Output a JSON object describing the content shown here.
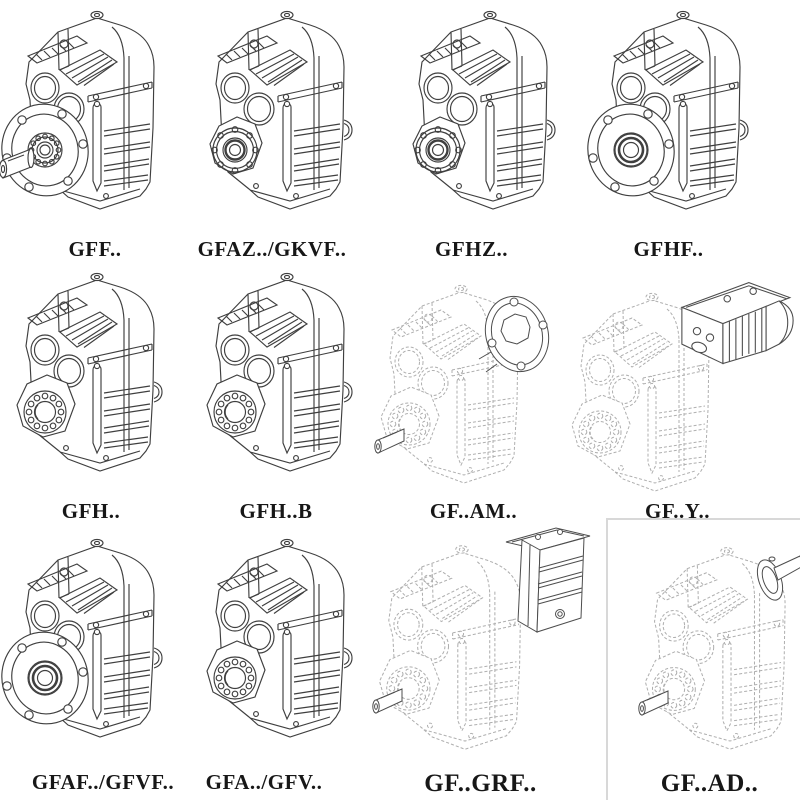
{
  "page": {
    "background": "#ffffff"
  },
  "figures": [
    {
      "label": "GFF..",
      "variant": "flange-with-solid-shaft",
      "line_style": "solid"
    },
    {
      "label": "GFAZ../GKVF..",
      "variant": "hollow-shaft-octagon-flange",
      "line_style": "solid"
    },
    {
      "label": "GFHZ..",
      "variant": "hollow-shaft-octagon-flange",
      "line_style": "solid"
    },
    {
      "label": "GFHF..",
      "variant": "flange-with-hollow-shaft",
      "line_style": "solid"
    },
    {
      "label": "GFH..",
      "variant": "hollow-shaft-bearing",
      "line_style": "solid"
    },
    {
      "label": "GFH..B",
      "variant": "hollow-shaft-bearing",
      "line_style": "solid"
    },
    {
      "label": "GF..AM..",
      "variant": "phantom-with-motor-adapter-flange",
      "line_style": "dashed"
    },
    {
      "label": "GF..Y..",
      "variant": "phantom-with-mounted-motor",
      "line_style": "dashed"
    },
    {
      "label": "GFAF../GFVF..",
      "variant": "flange-with-hollow-shaft",
      "line_style": "solid"
    },
    {
      "label": "GFA../GFV..",
      "variant": "hollow-shaft-bearing",
      "line_style": "solid"
    },
    {
      "label": "GF..GRF..",
      "variant": "phantom-with-ribbed-adapter-box",
      "line_style": "dashed"
    },
    {
      "label": "GF..AD..",
      "variant": "phantom-with-input-shaft-assembly",
      "line_style": "dashed"
    }
  ],
  "colors": {
    "line": "#3f3f3f",
    "phantom_line": "#afafaf",
    "label_text": "#171717",
    "highlight_border": "#d8d8d8"
  }
}
